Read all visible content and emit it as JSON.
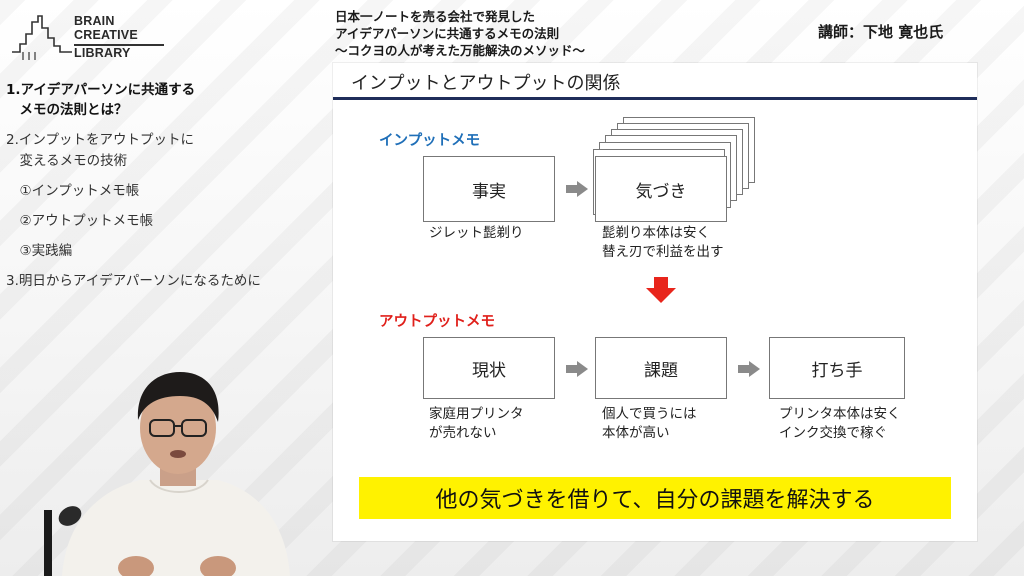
{
  "logo": {
    "lines": [
      "BRAIN",
      "CREATIVE",
      "LIBRARY"
    ]
  },
  "header": {
    "title_lines": [
      "日本一ノートを売る会社で発見した",
      "アイデアパーソンに共通するメモの法則",
      "〜コクヨの人が考えた万能解決のメソッド〜"
    ],
    "instructor": "講師：下地 寛也氏"
  },
  "sidebar": {
    "items": [
      {
        "label": "1.アイデアパーソンに共通する",
        "active": true
      },
      {
        "label": "　メモの法則とは？",
        "active": true
      },
      {
        "label": "2.インプットをアウトプットに",
        "active": false
      },
      {
        "label": "　変えるメモの技術",
        "active": false
      },
      {
        "label": "　①インプットメモ帳",
        "active": false
      },
      {
        "label": "　②アウトプットメモ帳",
        "active": false
      },
      {
        "label": "　③実践編",
        "active": false
      },
      {
        "label": "3.明日からアイデアパーソンになるために",
        "active": false
      }
    ]
  },
  "slide": {
    "title": "インプットとアウトプットの関係",
    "input_section": {
      "label": "インプットメモ",
      "color": "#1f6fb8",
      "boxes": [
        {
          "label": "事実",
          "caption": [
            "ジレット髭剃り"
          ]
        },
        {
          "label": "気づき",
          "caption": [
            "髭剃り本体は安く",
            "替え刃で利益を出す"
          ]
        }
      ]
    },
    "output_section": {
      "label": "アウトプットメモ",
      "color": "#e0201b",
      "boxes": [
        {
          "label": "現状",
          "caption": [
            "家庭用プリンタ",
            "が売れない"
          ]
        },
        {
          "label": "課題",
          "caption": [
            "個人で買うには",
            "本体が高い"
          ]
        },
        {
          "label": "打ち手",
          "caption": [
            "プリンタ本体は安く",
            "インク交換で稼ぐ"
          ]
        }
      ]
    },
    "conclusion": "他の気づきを借りて、自分の課題を解決する",
    "colors": {
      "rule": "#1f2d5a",
      "highlight": "#fff200",
      "arrow_gray": "#8a8a8a",
      "arrow_red": "#e8251c"
    }
  }
}
